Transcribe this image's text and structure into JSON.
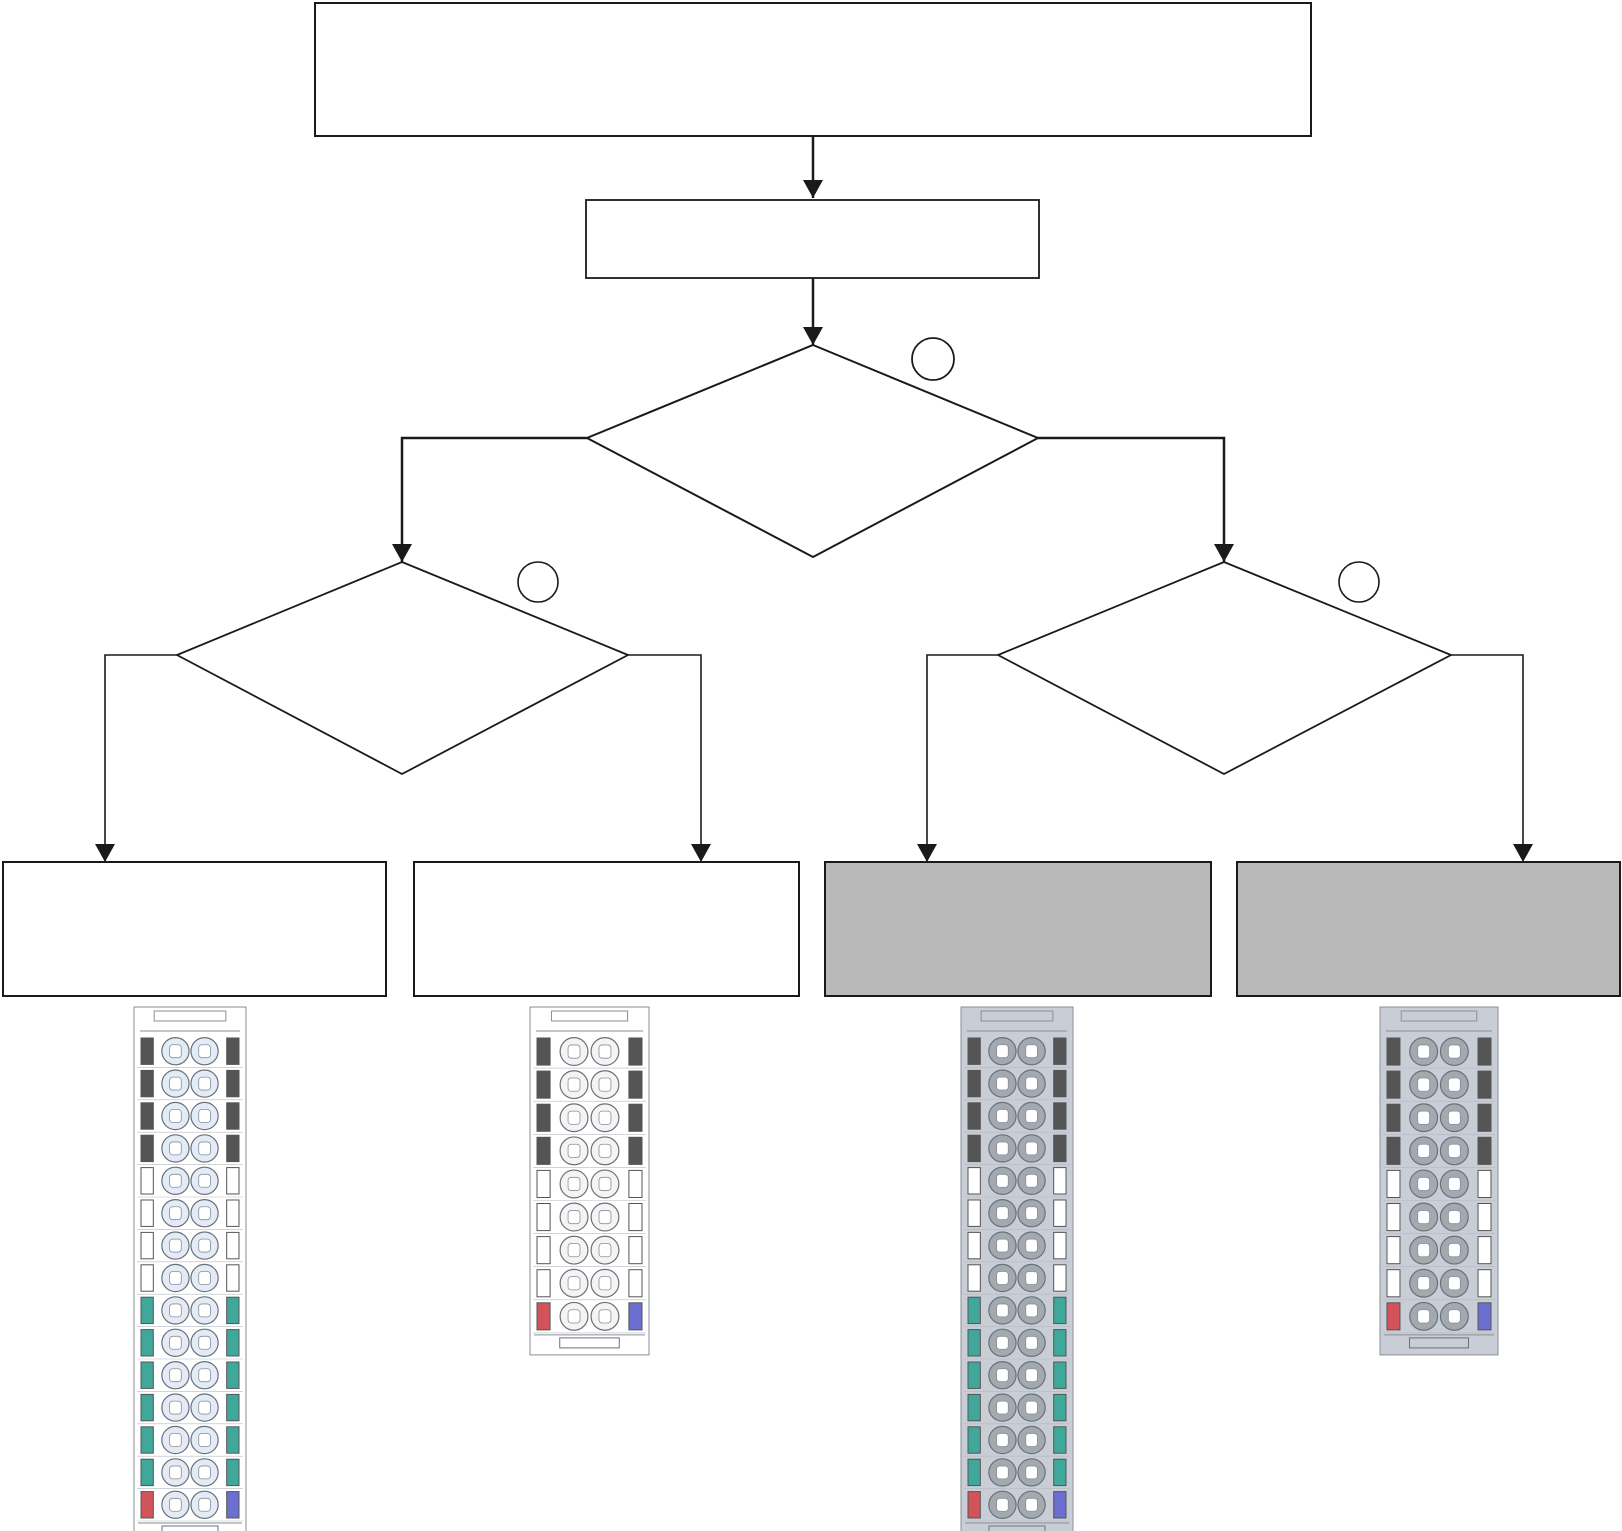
{
  "colors": {
    "line": "#1a1a1a",
    "box_fill_light": "#ffffff",
    "box_fill_shaded": "#b9b9b9",
    "terminal_plain": "#ffffff",
    "terminal_shaded": "#c9ced6",
    "cell_plain": "#f4f4f4",
    "cell_light_blue": "#e2ebf6",
    "cell_shaded": "#a3a9b1",
    "contact_dark": "#555555",
    "contact_light": "#ffffff",
    "contact_teal": "#3fa89a",
    "contact_red": "#d2545a",
    "contact_blue": "#6b6fd0"
  },
  "flowchart": {
    "top_box": {
      "label": ""
    },
    "second_box": {
      "label": ""
    },
    "decision_main": {
      "label": "",
      "marker": ""
    },
    "decision_left": {
      "label": "",
      "marker": ""
    },
    "decision_right": {
      "label": "",
      "marker": ""
    },
    "result_boxes": [
      {
        "label": "",
        "shaded": false
      },
      {
        "label": "",
        "shaded": false
      },
      {
        "label": "",
        "shaded": true
      },
      {
        "label": "",
        "shaded": true
      }
    ]
  },
  "terminal_blocks": [
    {
      "rows": 15,
      "shaded": false,
      "cell_style": "light-blue",
      "contacts": [
        "dark",
        "dark",
        "dark",
        "dark",
        "light",
        "light",
        "light",
        "light",
        "teal",
        "teal",
        "teal",
        "teal",
        "teal",
        "teal",
        "red-blue"
      ]
    },
    {
      "rows": 9,
      "shaded": false,
      "cell_style": "plain",
      "contacts": [
        "dark",
        "dark",
        "dark",
        "dark",
        "light",
        "light",
        "light",
        "light",
        "red-blue"
      ]
    },
    {
      "rows": 15,
      "shaded": true,
      "cell_style": "shaded",
      "contacts": [
        "dark",
        "dark",
        "dark",
        "dark",
        "light",
        "light",
        "light",
        "light",
        "teal",
        "teal",
        "teal",
        "teal",
        "teal",
        "teal",
        "red-blue"
      ]
    },
    {
      "rows": 9,
      "shaded": true,
      "cell_style": "shaded",
      "contacts": [
        "dark",
        "dark",
        "dark",
        "dark",
        "light",
        "light",
        "light",
        "light",
        "red-blue"
      ]
    }
  ]
}
